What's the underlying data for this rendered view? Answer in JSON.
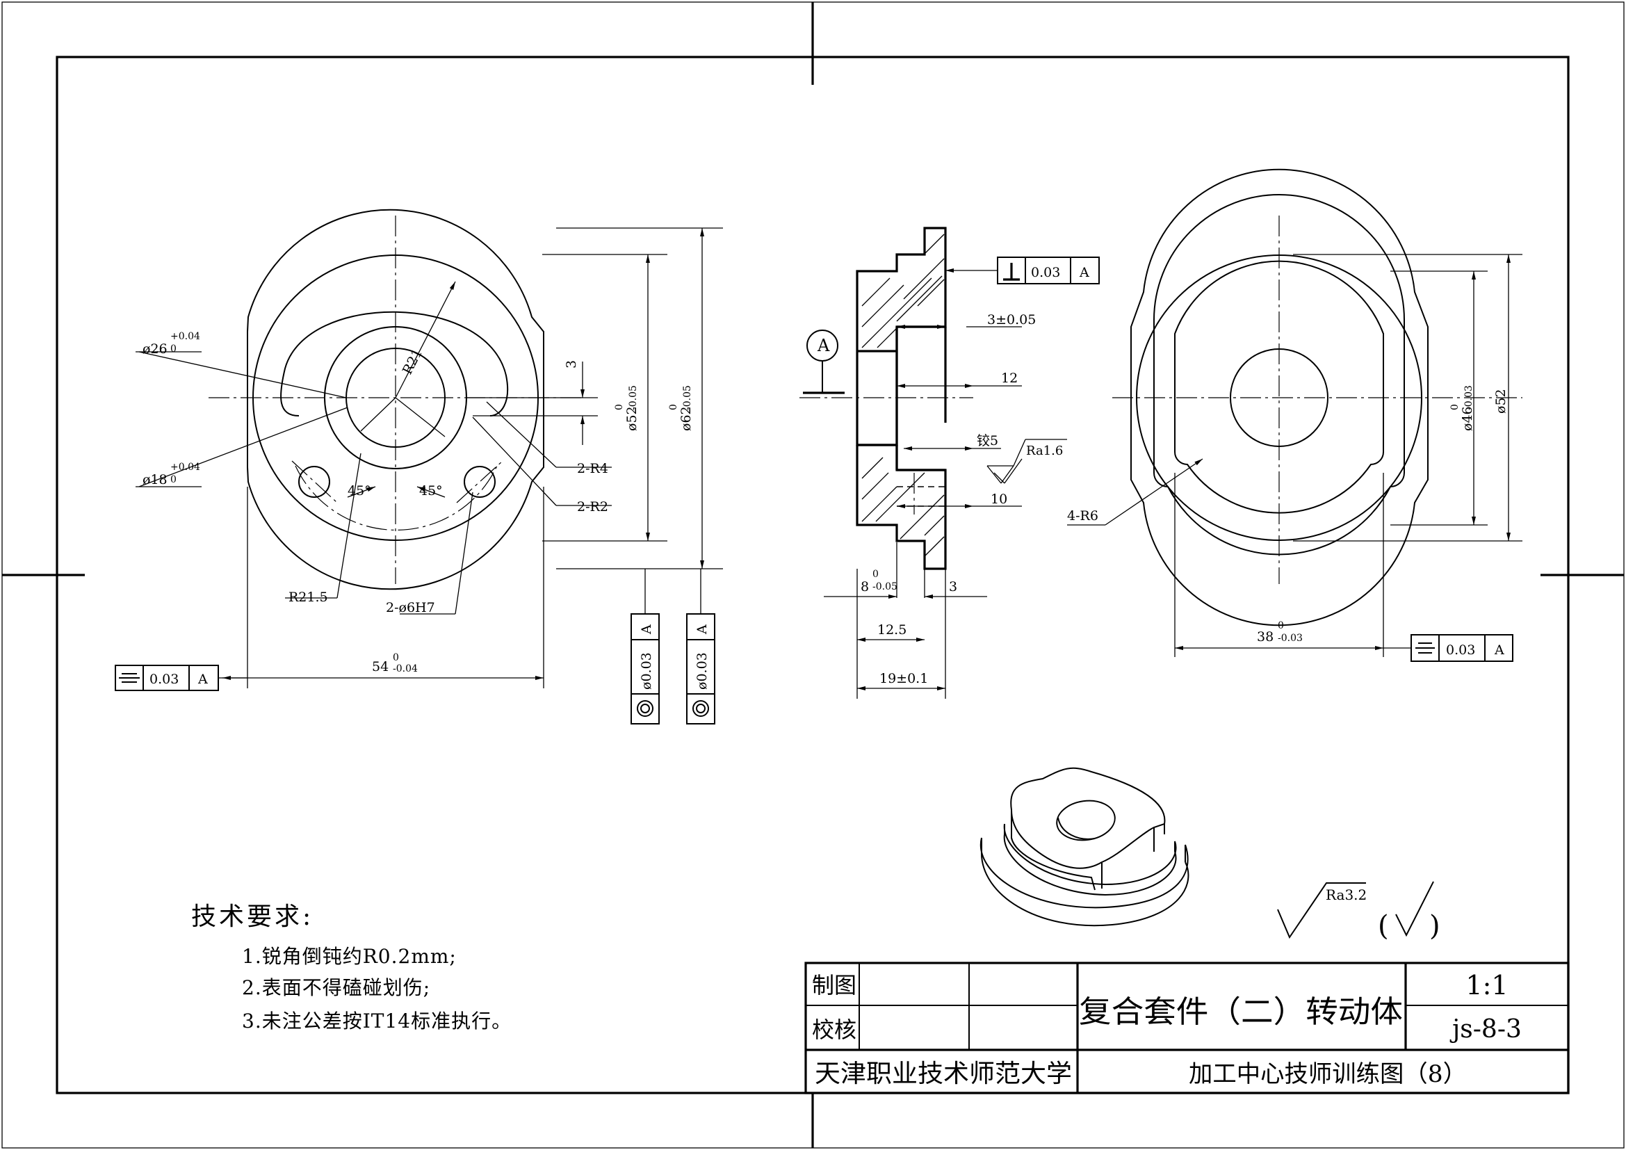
{
  "views": {
    "front": {
      "dia_outer_hole": "ø26",
      "dia_outer_hole_tol_upper": "+0.04",
      "dia_outer_hole_tol_lower": "0",
      "dia_inner_hole": "ø18",
      "dia_inner_hole_tol_upper": "+0.04",
      "dia_inner_hole_tol_lower": "0",
      "radius_r21": "R21",
      "dim_3": "3",
      "angle_left": "45°",
      "angle_right": "45°",
      "radius_2r4": "2-R4",
      "radius_2r2": "2-R2",
      "radius_r215": "R21.5",
      "holes": "2-ø6H7",
      "width_54": "54",
      "width_54_tol_upper": "0",
      "width_54_tol_lower": "-0.04",
      "dia_52": "ø52",
      "dia_52_tol": "0",
      "dia_52_tol_lower": "-0.05",
      "dia_62": "ø62",
      "dia_62_tol": "0",
      "dia_62_tol_lower": "-0.05",
      "sym_tol_value": "0.03",
      "sym_tol_datum": "A",
      "conc1_value": "ø0.03",
      "conc1_datum": "A",
      "conc2_value": "ø0.03",
      "conc2_datum": "A"
    },
    "section": {
      "datum_label": "A",
      "perp_value": "0.03",
      "perp_datum": "A",
      "dim_3_005": "3±0.05",
      "dim_12": "12",
      "ream_5": "铰5",
      "roughness": "Ra1.6",
      "dim_10": "10",
      "dim_8": "8",
      "dim_8_tol_upper": "0",
      "dim_8_tol_lower": "-0.05",
      "dim_3b": "3",
      "dim_125": "12.5",
      "dim_19": "19±0.1"
    },
    "right": {
      "dia_46": "ø46",
      "dia_46_tol": "0",
      "dia_46_tol_lower": "-0.03",
      "dia_52": "ø52",
      "radius_4r6": "4-R6",
      "width_38": "38",
      "width_38_tol_upper": "0",
      "width_38_tol_lower": "-0.03",
      "sym_value": "0.03",
      "sym_datum": "A"
    }
  },
  "roughness_general": {
    "value": "Ra3.2",
    "paren_open": "(",
    "paren_close": ")"
  },
  "requirements": {
    "title": "技术要求:",
    "items": [
      "1.锐角倒钝约R0.2mm;",
      "2.表面不得磕碰划伤;",
      "3.未注公差按IT14标准执行。"
    ]
  },
  "title_block": {
    "label_drawn": "制图",
    "label_checked": "校核",
    "part_name": "复合套件（二）转动体",
    "scale": "1:1",
    "drawing_no": "js-8-3",
    "organization": "天津职业技术师范大学",
    "series": "加工中心技师训练图（8）"
  }
}
